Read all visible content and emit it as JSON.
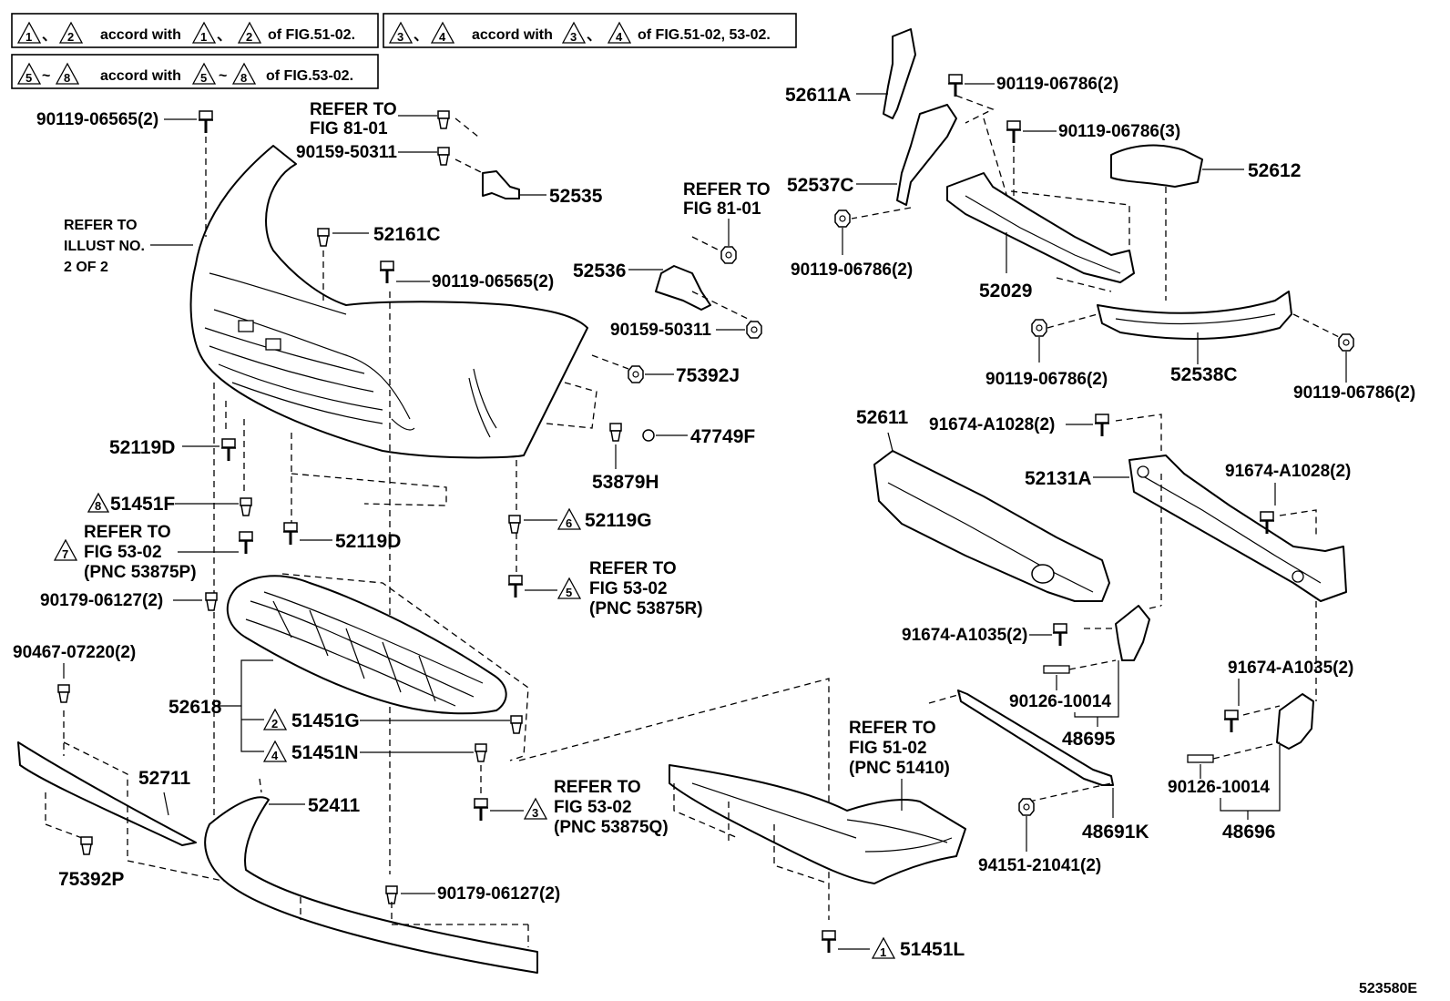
{
  "notes": {
    "note1": {
      "tri_a": "1",
      "tri_b": "2",
      "mid": "accord with",
      "tri_c": "1",
      "tri_d": "2",
      "suffix": "of FIG.51-02."
    },
    "note2": {
      "tri_a": "3",
      "tri_b": "4",
      "mid": "accord with",
      "tri_c": "3",
      "tri_d": "4",
      "suffix": "of FIG.51-02, 53-02."
    },
    "note3": {
      "tri_a": "5",
      "tri_b": "8",
      "mid": "accord with",
      "tri_c": "5",
      "tri_d": "8",
      "suffix": "of FIG.53-02."
    }
  },
  "labels": {
    "l_9011906565_a": "90119-06565(2)",
    "l_refer81_a1": "REFER TO",
    "l_refer81_a2": "FIG 81-01",
    "l_9015950311_a": "90159-50311",
    "l_52535": "52535",
    "l_refer_illust1": "REFER TO",
    "l_refer_illust2": "ILLUST NO.",
    "l_refer_illust3": "2 OF 2",
    "l_52161C": "52161C",
    "l_9011906565_b": "90119-06565(2)",
    "l_refer81_b1": "REFER TO",
    "l_refer81_b2": "FIG 81-01",
    "l_52536": "52536",
    "l_9015950311_b": "90159-50311",
    "l_75392J": "75392J",
    "l_47749F": "47749F",
    "l_53879H": "53879H",
    "l_52119D_a": "52119D",
    "l_51451F": "51451F",
    "l_52119D_b": "52119D",
    "l_refer53_a1": "REFER TO",
    "l_refer53_a2": "FIG 53-02",
    "l_refer53_a3": "(PNC 53875P)",
    "l_52119G": "52119G",
    "l_refer53_b1": "REFER TO",
    "l_refer53_b2": "FIG 53-02",
    "l_refer53_b3": "(PNC 53875R)",
    "l_9017906127_a": "90179-06127(2)",
    "l_9046707220": "90467-07220(2)",
    "l_52618": "52618",
    "l_51451G": "51451G",
    "l_51451N": "51451N",
    "l_52711": "52711",
    "l_52411": "52411",
    "l_refer53_c1": "REFER TO",
    "l_refer53_c2": "FIG 53-02",
    "l_refer53_c3": "(PNC 53875Q)",
    "l_75392P": "75392P",
    "l_9017906127_b": "90179-06127(2)",
    "l_51451L": "51451L",
    "l_refer51_1": "REFER TO",
    "l_refer51_2": "FIG 51-02",
    "l_refer51_3": "(PNC 51410)",
    "l_52611A": "52611A",
    "l_9011906786_a": "90119-06786(2)",
    "l_9011906786_b": "90119-06786(3)",
    "l_52612": "52612",
    "l_52537C": "52537C",
    "l_9011906786_c": "90119-06786(2)",
    "l_52029": "52029",
    "l_9011906786_d": "90119-06786(2)",
    "l_52538C": "52538C",
    "l_9011906786_e": "90119-06786(2)",
    "l_52611": "52611",
    "l_91674A1028_a": "91674-A1028(2)",
    "l_52131A": "52131A",
    "l_91674A1028_b": "91674-A1028(2)",
    "l_91674A1035_a": "91674-A1035(2)",
    "l_9012610014_a": "90126-10014",
    "l_48695": "48695",
    "l_91674A1035_b": "91674-A1035(2)",
    "l_9012610014_b": "90126-10014",
    "l_48696": "48696",
    "l_48691K": "48691K",
    "l_9415121041": "94151-21041(2)",
    "l_ref_code": "523580E"
  },
  "triangles": {
    "t_51451F": "8",
    "t_refer53_a": "7",
    "t_52119G": "6",
    "t_refer53_b": "5",
    "t_51451G": "2",
    "t_51451N": "4",
    "t_refer53_c": "3",
    "t_51451L": "1"
  }
}
